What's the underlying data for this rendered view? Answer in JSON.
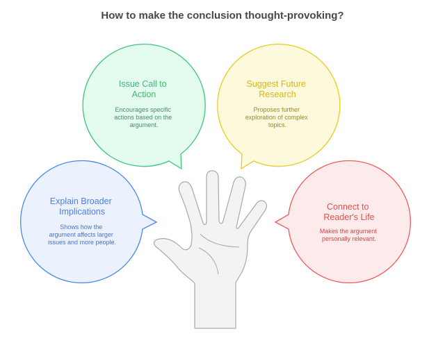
{
  "title": "How to make the conclusion thought-provoking?",
  "bubbles": {
    "action": {
      "title": [
        "Issue Call to",
        "Action"
      ],
      "desc": [
        "Encourages specific",
        "actions based on the",
        "argument."
      ],
      "stroke": "#3cc47a",
      "fill": "#e4fcef",
      "text": "#3cba74",
      "desc_color": "#4a8a66"
    },
    "research": {
      "title": [
        "Suggest Future",
        "Research"
      ],
      "desc": [
        "Proposes further",
        "exploration of complex",
        "topics."
      ],
      "stroke": "#e8cc1c",
      "fill": "#fdf9dc",
      "text": "#d6b814",
      "desc_color": "#9a8a2a"
    },
    "implications": {
      "title": [
        "Explain Broader",
        "Implications"
      ],
      "desc": [
        "Shows how the",
        "argument affects larger",
        "issues and more people."
      ],
      "stroke": "#4a86f0",
      "fill": "#ebf2fe",
      "text": "#4a80e8",
      "desc_color": "#4a72c8"
    },
    "reader": {
      "title": [
        "Connect to",
        "Reader's Life"
      ],
      "desc": [
        "Makes the argument",
        "personally relevant."
      ],
      "stroke": "#ee5a5a",
      "fill": "#fdeaea",
      "text": "#e05050",
      "desc_color": "#d04848"
    }
  },
  "hand": {
    "fill": "#f3f3f3",
    "stroke": "#a8a8a8"
  }
}
